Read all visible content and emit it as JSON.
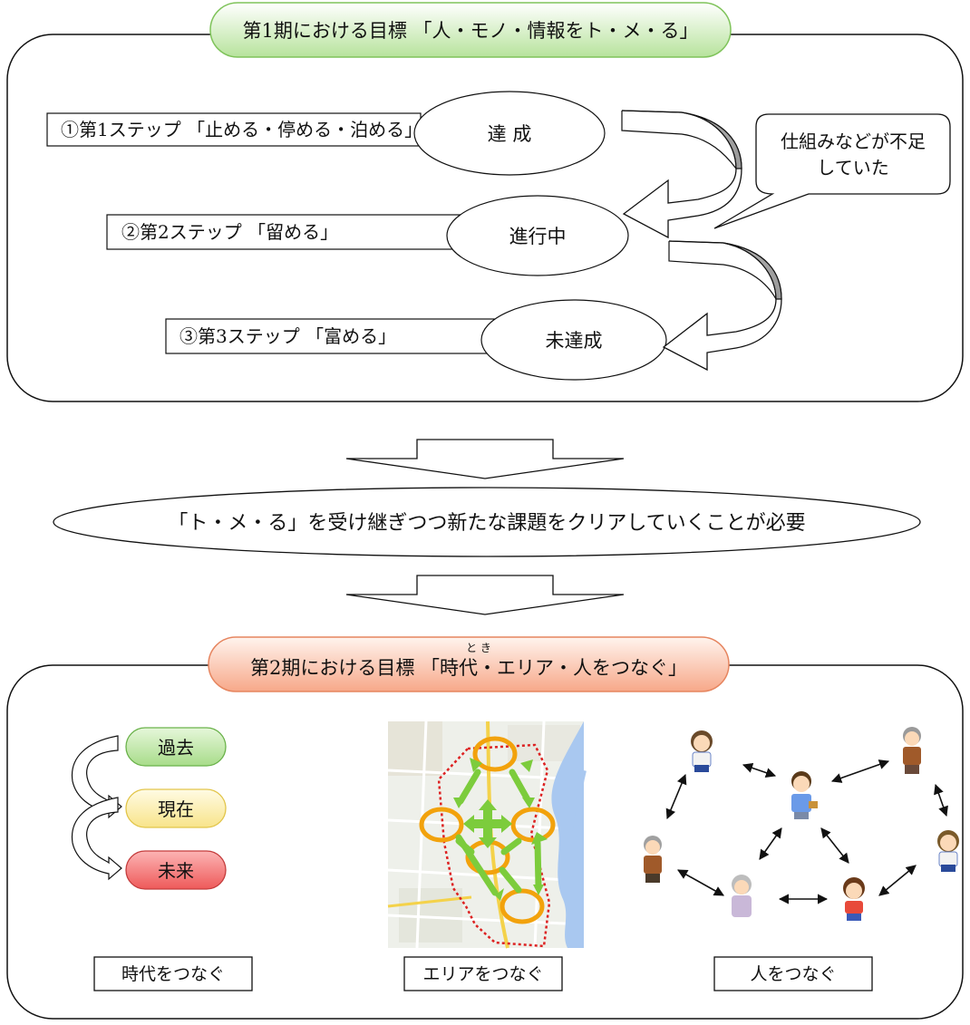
{
  "phase1": {
    "title": "第1期における目標 「人・モノ・情報をト・メ・る」",
    "steps": [
      {
        "label": "①第1ステップ 「止める・停める・泊める」",
        "status": "達 成"
      },
      {
        "label": "②第2ステップ 「留める」",
        "status": "進行中"
      },
      {
        "label": "③第3ステップ 「富める」",
        "status": "未達成"
      }
    ],
    "callout": {
      "line1": "仕組みなどが不足",
      "line2": "していた"
    }
  },
  "middle": {
    "statement": "「ト・メ・る」を受け継ぎつつ新たな課題をクリアしていくことが必要"
  },
  "phase2": {
    "title": "第2期における目標 「時代・エリア・人をつなぐ」",
    "ruby": "と き",
    "time": {
      "items": [
        "過去",
        "現在",
        "未来"
      ],
      "caption": "時代をつなぐ"
    },
    "area": {
      "caption": "エリアをつなぐ"
    },
    "people": {
      "caption": "人をつなぐ"
    }
  },
  "colors": {
    "green_fill": "#c6ecb0",
    "green_stroke": "#6fbf50",
    "orange_fill": "#f9bca4",
    "orange_stroke": "#e88a66",
    "yellow_fill": "#fbeea6",
    "red_fill": "#f57a7a",
    "map_circle": "#f2a20c",
    "map_arrow": "#7ccc3c",
    "map_boundary": "#dd2222"
  }
}
